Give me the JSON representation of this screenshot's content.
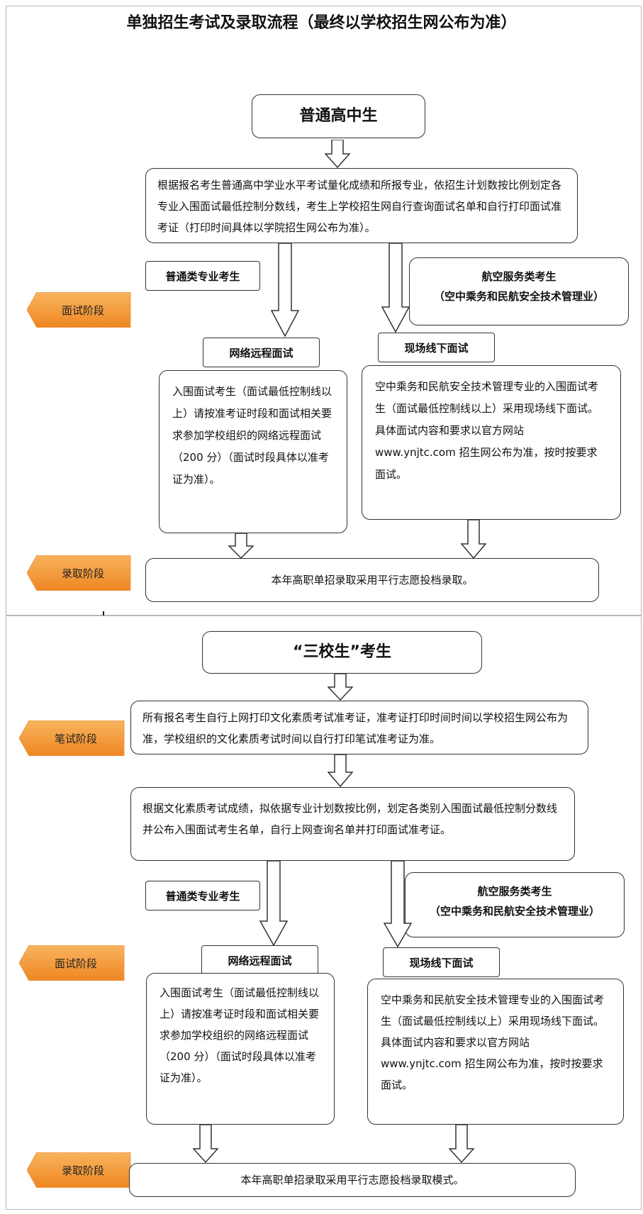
{
  "title": "单独招生考试及录取流程（最终以学校招生网公布为准）",
  "section1": {
    "heading": "普通高中生",
    "intro": "根据报名考生普通高中学业水平考试量化成绩和所报专业，依招生计划数按比例划定各专业入围面试最低控制分数线，考生上学校招生网自行查询面试名单和自行打印面试准考证（打印时间具体以学院招生网公布为准）。",
    "general_label": "普通类专业考生",
    "aviation_title": "航空服务类考生",
    "aviation_sub": "（空中乘务和民航安全技术管理业）",
    "stage_interview": "面试阶段",
    "online_label": "网络远程面试",
    "online_text": "入围面试考生（面试最低控制线以上）请按准考证时段和面试相关要求参加学校组织的网络远程面试（200 分）（面试时段具体以准考证为准）。",
    "offline_label": "现场线下面试",
    "offline_text": "空中乘务和民航安全技术管理专业的入围面试考生（面试最低控制线以上）采用现场线下面试。具体面试内容和要求以官方网站 www.ynjtc.com 招生网公布为准，按时按要求面试。",
    "stage_admission": "录取阶段",
    "admission_text": "本年高职单招录取采用平行志愿投档录取。"
  },
  "section2": {
    "heading": "“三校生”考生",
    "stage_written": "笔试阶段",
    "written_text": "所有报名考生自行上网打印文化素质考试准考证，准考证打印时间时间以学校招生网公布为准，学校组织的文化素质考试时间以自行打印笔试准考证为准。",
    "cutoff_text": "根据文化素质考试成绩，拟依据专业计划数按比例，划定各类别入围面试最低控制分数线并公布入围面试考生名单，自行上网查询名单并打印面试准考证。",
    "general_label": "普通类专业考生",
    "aviation_title": "航空服务类考生",
    "aviation_sub": "（空中乘务和民航安全技术管理业）",
    "stage_interview": "面试阶段",
    "online_label": "网络远程面试",
    "online_text": "入围面试考生（面试最低控制线以上）请按准考证时段和面试相关要求参加学校组织的网络远程面试（200 分）（面试时段具体以准考证为准）。",
    "offline_label": "现场线下面试",
    "offline_text": "空中乘务和民航安全技术管理专业的入围面试考生（面试最低控制线以上）采用现场线下面试。具体面试内容和要求以官方网站 www.ynjtc.com 招生网公布为准，按时按要求面试。",
    "stage_admission": "录取阶段",
    "admission_text": "本年高职单招录取采用平行志愿投档录取模式。"
  },
  "colors": {
    "tag_fill": "#f28c28",
    "tag_fill_light": "#f7a94b",
    "border": "#333333"
  }
}
